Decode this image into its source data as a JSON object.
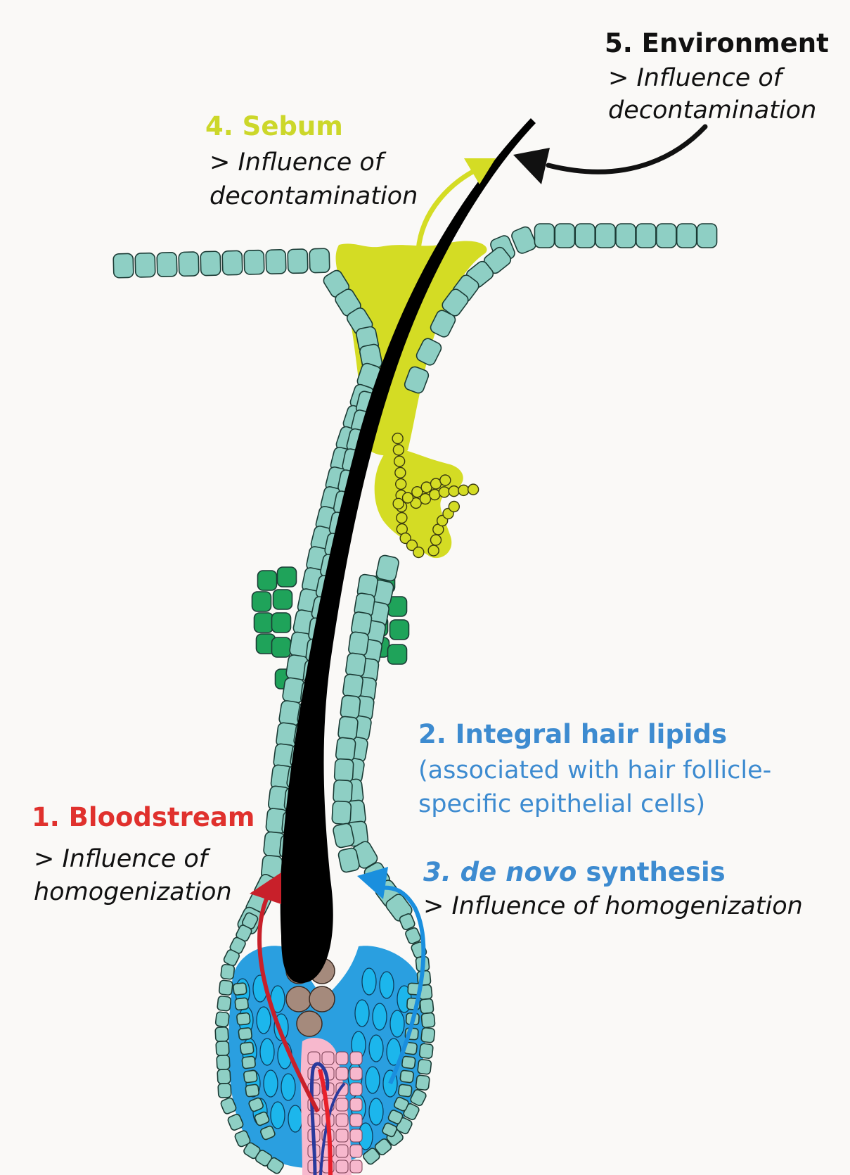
{
  "labels": {
    "environment": {
      "title": "5. Environment",
      "line1": "> Influence of",
      "line2": "decontamination"
    },
    "sebum": {
      "title": "4. Sebum",
      "line1": "> Influence of",
      "line2": "decontamination"
    },
    "integral": {
      "title": "2. Integral hair lipids",
      "line1": "(associated with hair follicle-",
      "line2": "specific epithelial cells)"
    },
    "bloodstream": {
      "title": "1. Bloodstream",
      "line1": "> Influence of",
      "line2": "homogenization"
    },
    "denovo": {
      "title_italic": "3. de novo",
      "title_rest": " synthesis",
      "line1": "> Influence of homogenization"
    }
  },
  "colors": {
    "background": "#faf9f7",
    "epithelial_cell": "#8ecfc4",
    "sebum": "#d4dc24",
    "hair": "#000000",
    "dermal_papilla": "#f7b8cd",
    "matrix_cells": "#1cb6ec",
    "matrix_background": "#2a9fe0",
    "dermal_cells": "#a58a7c",
    "green_cells": "#1fa35a",
    "artery": "#e8202b",
    "vein": "#2a3a9c",
    "bloodstream_label": "#e0312d",
    "integral_label": "#3d8bd0",
    "sebum_label": "#ccd72a",
    "environment_label": "#111111"
  }
}
